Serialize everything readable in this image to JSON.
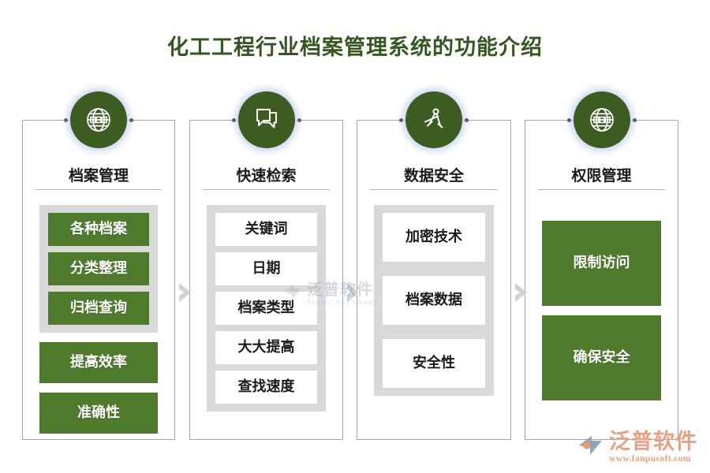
{
  "page": {
    "title": "化工工程行业档案管理系统的功能介绍",
    "background_color": "#ffffff",
    "title_color": "#33571f"
  },
  "theme": {
    "circle_green": "#3c5c22",
    "chip_green": "#4e7b2c",
    "panel_gray": "#d9d9d9",
    "frame_gray": "#a6a6a6",
    "arrow_gray": "#d2d2d2",
    "logo_orange": "#e9a182",
    "watermark_blue": "#7e93ad"
  },
  "columns": [
    {
      "id": "archive-management",
      "icon": "globe-icon",
      "title": "档案管理",
      "items": [
        {
          "label": "各种档案",
          "style": "green",
          "in_panel": true
        },
        {
          "label": "分类整理",
          "style": "green",
          "in_panel": true
        },
        {
          "label": "归档查询",
          "style": "green",
          "in_panel": true
        },
        {
          "label": "提高效率",
          "style": "green",
          "in_panel": false
        },
        {
          "label": "准确性",
          "style": "green",
          "in_panel": false
        }
      ]
    },
    {
      "id": "quick-search",
      "icon": "chat-bubbles-icon",
      "title": "快速检索",
      "items": [
        {
          "label": "关键词",
          "style": "white",
          "in_panel": true
        },
        {
          "label": "日期",
          "style": "white",
          "in_panel": true
        },
        {
          "label": "档案类型",
          "style": "white",
          "in_panel": true
        },
        {
          "label": "大大提高",
          "style": "white",
          "in_panel": true
        },
        {
          "label": "查找速度",
          "style": "white",
          "in_panel": true
        }
      ]
    },
    {
      "id": "data-security",
      "icon": "drafting-tool-icon",
      "title": "数据安全",
      "items": [
        {
          "label": "加密技术",
          "style": "white",
          "in_panel": true
        },
        {
          "label": "档案数据",
          "style": "white",
          "in_panel": true
        },
        {
          "label": "安全性",
          "style": "white",
          "in_panel": true
        }
      ]
    },
    {
      "id": "permission-management",
      "icon": "globe-icon",
      "title": "权限管理",
      "items": [
        {
          "label": "限制访问",
          "style": "green",
          "in_panel": false
        },
        {
          "label": "确保安全",
          "style": "green",
          "in_panel": false
        }
      ]
    }
  ],
  "arrows": [
    {
      "name": "flow-arrow-1",
      "glyph": "chevron-right"
    },
    {
      "name": "flow-arrow-2",
      "glyph": "chevron-right"
    },
    {
      "name": "flow-arrow-3",
      "glyph": "chevron-right"
    }
  ],
  "watermark_center": {
    "brand_cn": "泛普软件",
    "brand_en": "FANPU SOFTWARE"
  },
  "logo": {
    "brand_cn": "泛普软件",
    "url": "www.fanpusoft.com"
  }
}
